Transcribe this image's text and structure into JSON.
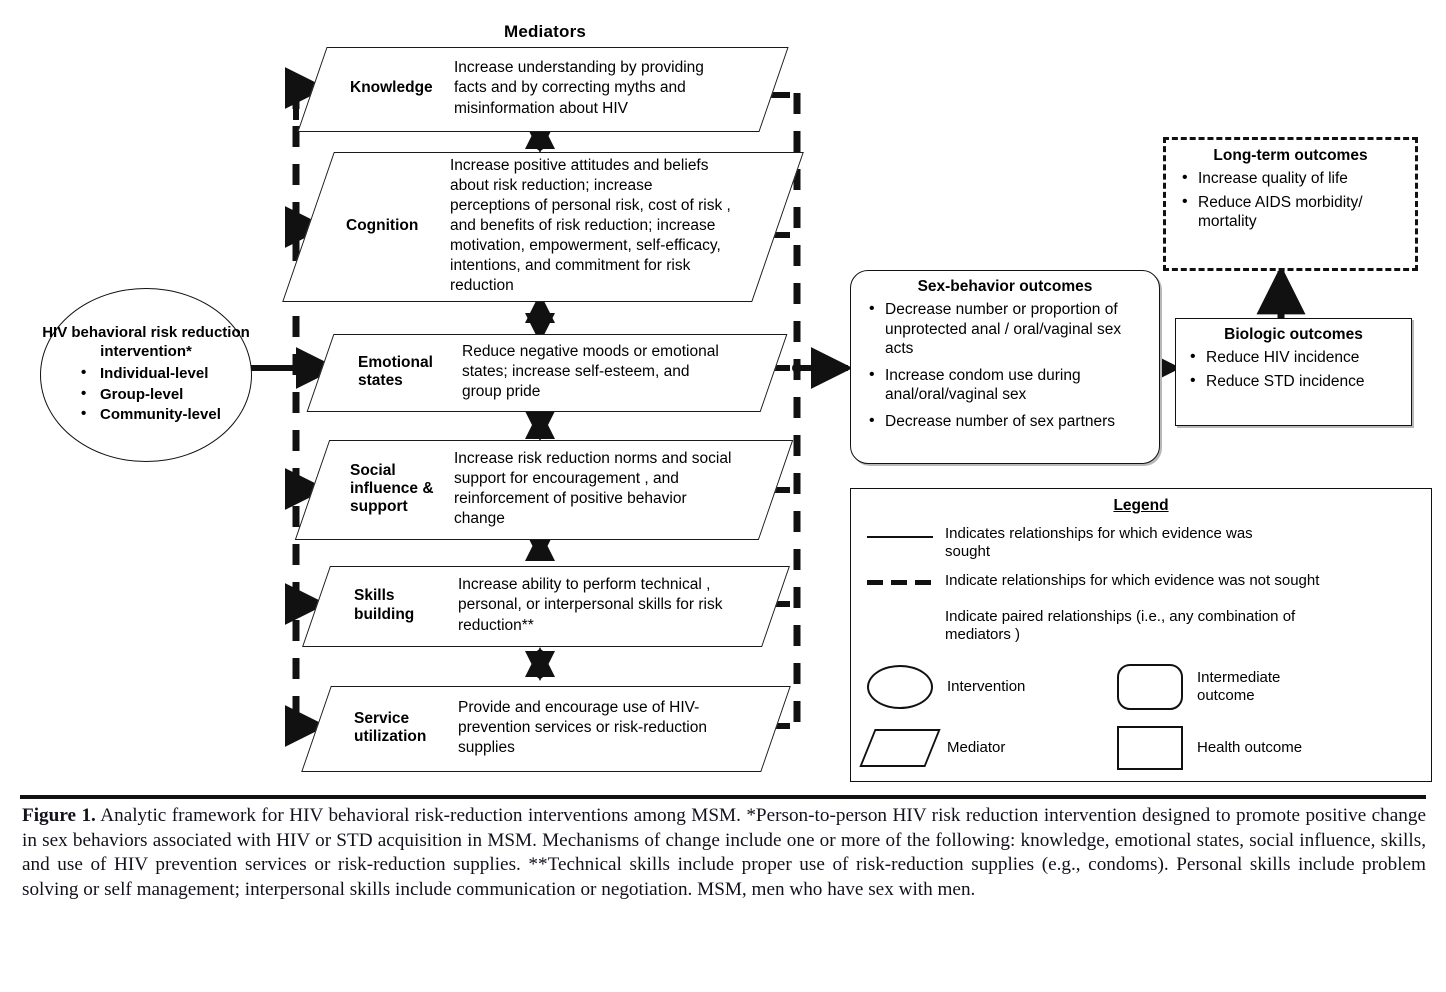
{
  "figure": {
    "mediators_heading": "Mediators",
    "caption_label": "Figure 1.",
    "caption_text": " Analytic framework for HIV behavioral risk-reduction interventions among MSM. *Person-to-person HIV risk reduction intervention designed to promote positive change in sex behaviors associated with HIV or STD acquisition in MSM. Mechanisms of change include one or more of the following: knowledge, emotional states, social influence, skills, and use of HIV prevention services or risk-reduction supplies. **Technical skills include proper use of risk-reduction supplies (e.g., condoms). Personal skills include problem solving or self management; interpersonal skills include communication or negotiation. MSM, men who have sex with men."
  },
  "intervention": {
    "title": "HIV behavioral risk reduction intervention*",
    "items": [
      "Individual-level",
      "Group-level",
      "Community-level"
    ]
  },
  "mediators": [
    {
      "name": "Knowledge",
      "description": "Increase understanding by providing facts and by correcting myths and misinformation about HIV"
    },
    {
      "name": "Cognition",
      "description": "Increase positive attitudes and beliefs about risk reduction; increase perceptions of personal risk, cost of risk , and benefits of risk reduction; increase motivation, empowerment, self-efficacy, intentions, and commitment for risk reduction"
    },
    {
      "name": "Emotional states",
      "description": "Reduce negative moods or emotional states; increase self-esteem, and group pride"
    },
    {
      "name": "Social influence & support",
      "description": "Increase risk reduction norms and social support for encouragement , and reinforcement of positive behavior change"
    },
    {
      "name": "Skills building",
      "description": "Increase ability to perform technical , personal, or interpersonal skills for risk reduction**"
    },
    {
      "name": "Service utilization",
      "description": "Provide and encourage use of HIV-prevention services or risk-reduction supplies"
    }
  ],
  "sex_behavior_outcomes": {
    "title": "Sex-behavior outcomes",
    "items": [
      "Decrease number or proportion of unprotected anal / oral/vaginal sex acts",
      "Increase condom use during anal/oral/vaginal sex",
      "Decrease number of sex partners"
    ]
  },
  "biologic_outcomes": {
    "title": "Biologic outcomes",
    "items": [
      "Reduce HIV incidence",
      "Reduce STD incidence"
    ]
  },
  "long_term_outcomes": {
    "title": "Long-term outcomes",
    "items": [
      "Increase quality of life",
      "Reduce AIDS morbidity/ mortality"
    ]
  },
  "legend": {
    "title": "Legend",
    "lines": [
      {
        "symbol": "solid-line",
        "text": "Indicates relationships for which evidence was sought"
      },
      {
        "symbol": "dashed-line",
        "text": "Indicate relationships for which evidence was not sought"
      },
      {
        "symbol": "double-arrow",
        "text": "Indicate paired relationships (i.e., any combination of mediators )"
      }
    ],
    "shapes": [
      {
        "shape": "ellipse",
        "text": "Intervention"
      },
      {
        "shape": "rounded-rectangle",
        "text": "Intermediate outcome"
      },
      {
        "shape": "parallelogram",
        "text": "Mediator"
      },
      {
        "shape": "rectangle",
        "text": "Health outcome"
      }
    ]
  },
  "colors": {
    "line": "#111111",
    "background": "#ffffff",
    "shadow": "#b8b8b8"
  }
}
